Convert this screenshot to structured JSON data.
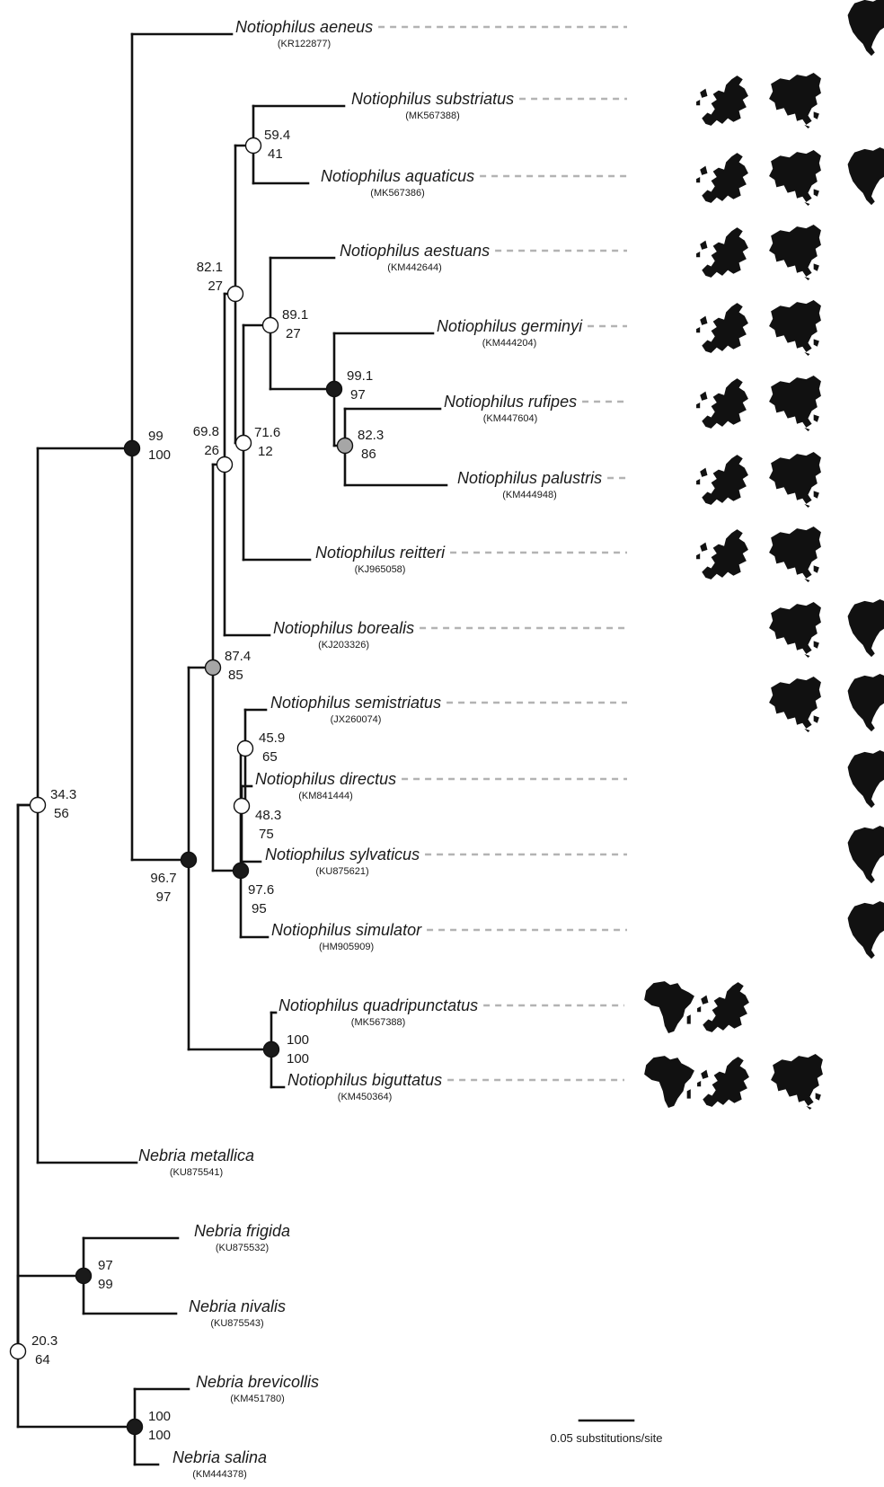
{
  "taxa": [
    {
      "id": "aeneus",
      "name": "Notiophilus aeneus",
      "accession": "(KR122877)",
      "regions": [
        "north-america"
      ]
    },
    {
      "id": "substriatus",
      "name": "Notiophilus substriatus",
      "accession": "(MK567388)",
      "regions": [
        "europe",
        "asia"
      ]
    },
    {
      "id": "aquaticus",
      "name": "Notiophilus aquaticus",
      "accession": "(MK567386)",
      "regions": [
        "europe",
        "asia",
        "north-america"
      ]
    },
    {
      "id": "aestuans",
      "name": "Notiophilus aestuans",
      "accession": "(KM442644)",
      "regions": [
        "europe",
        "asia"
      ]
    },
    {
      "id": "germinyi",
      "name": "Notiophilus germinyi",
      "accession": "(KM444204)",
      "regions": [
        "europe",
        "asia"
      ]
    },
    {
      "id": "rufipes",
      "name": "Notiophilus rufipes",
      "accession": "(KM447604)",
      "regions": [
        "europe",
        "asia"
      ]
    },
    {
      "id": "palustris",
      "name": "Notiophilus palustris",
      "accession": "(KM444948)",
      "regions": [
        "europe",
        "asia"
      ]
    },
    {
      "id": "reitteri",
      "name": "Notiophilus reitteri",
      "accession": "(KJ965058)",
      "regions": [
        "europe",
        "asia"
      ]
    },
    {
      "id": "borealis",
      "name": "Notiophilus borealis",
      "accession": "(KJ203326)",
      "regions": [
        "asia",
        "north-america"
      ]
    },
    {
      "id": "semistriatus",
      "name": "Notiophilus semistriatus",
      "accession": "(JX260074)",
      "regions": [
        "asia",
        "north-america"
      ]
    },
    {
      "id": "directus",
      "name": "Notiophilus directus",
      "accession": "(KM841444)",
      "regions": [
        "north-america"
      ]
    },
    {
      "id": "sylvaticus",
      "name": "Notiophilus sylvaticus",
      "accession": "(KU875621)",
      "regions": [
        "north-america"
      ]
    },
    {
      "id": "simulator",
      "name": "Notiophilus simulator",
      "accession": "(HM905909)",
      "regions": [
        "north-america"
      ]
    },
    {
      "id": "quadripunctatus",
      "name": "Notiophilus quadripunctatus",
      "accession": "(MK567388)",
      "regions": [
        "africa",
        "europe"
      ]
    },
    {
      "id": "biguttatus",
      "name": "Notiophilus biguttatus",
      "accession": "(KM450364)",
      "regions": [
        "africa",
        "europe",
        "asia"
      ]
    },
    {
      "id": "metallica",
      "name": "Nebria metallica",
      "accession": "(KU875541)",
      "regions": []
    },
    {
      "id": "frigida",
      "name": "Nebria frigida",
      "accession": "(KU875532)",
      "regions": []
    },
    {
      "id": "nivalis",
      "name": "Nebria nivalis",
      "accession": "(KU875543)",
      "regions": []
    },
    {
      "id": "brevicollis",
      "name": "Nebria brevicollis",
      "accession": "(KM451780)",
      "regions": []
    },
    {
      "id": "salina",
      "name": "Nebria salina",
      "accession": "(KM444378)",
      "regions": []
    }
  ],
  "nodes": [
    {
      "id": "n_substr_aquat",
      "support1": "59.4",
      "support2": "41",
      "status": "open"
    },
    {
      "id": "n_ger_ruf_pal",
      "support1": "99.1",
      "support2": "97",
      "status": "filled"
    },
    {
      "id": "n_ruf_pal",
      "support1": "82.3",
      "support2": "86",
      "status": "gray"
    },
    {
      "id": "n_aest_group",
      "support1": "89.1",
      "support2": "27",
      "status": "open"
    },
    {
      "id": "n_reitteri_group",
      "support1": "71.6",
      "support2": "12",
      "status": "open"
    },
    {
      "id": "n_substr_group",
      "support1": "82.1",
      "support2": "27",
      "status": "open"
    },
    {
      "id": "n_borealis_group",
      "support1": "69.8",
      "support2": "26",
      "status": "open"
    },
    {
      "id": "n_semi_dir",
      "support1": "45.9",
      "support2": "65",
      "status": "open"
    },
    {
      "id": "n_dir_syl",
      "support1": "48.3",
      "support2": "75",
      "status": "open"
    },
    {
      "id": "n_nearctic",
      "support1": "97.6",
      "support2": "95",
      "status": "filled"
    },
    {
      "id": "n_big_group",
      "support1": "87.4",
      "support2": "85",
      "status": "gray"
    },
    {
      "id": "n_quad_big",
      "support1": "100",
      "support2": "100",
      "status": "filled"
    },
    {
      "id": "n_main",
      "support1": "96.7",
      "support2": "97",
      "status": "filled"
    },
    {
      "id": "n_notiophilus",
      "support1": "99",
      "support2": "100",
      "status": "filled"
    },
    {
      "id": "n_ingroup_metallica",
      "support1": "34.3",
      "support2": "56",
      "status": "open"
    },
    {
      "id": "n_frig_niv",
      "support1": "97",
      "support2": "99",
      "status": "filled"
    },
    {
      "id": "n_brev_sal",
      "support1": "100",
      "support2": "100",
      "status": "filled"
    },
    {
      "id": "n_root",
      "support1": "20.3",
      "support2": "64",
      "status": "open"
    }
  ],
  "scale_bar": {
    "label": "0.05 substitutions/site"
  },
  "colors": {
    "branch": "#111111",
    "node_filled": "#1a1a1a",
    "node_gray": "#a6a6a6",
    "node_open": "#ffffff",
    "dash": "#b3b3b3",
    "map": "#111111"
  }
}
